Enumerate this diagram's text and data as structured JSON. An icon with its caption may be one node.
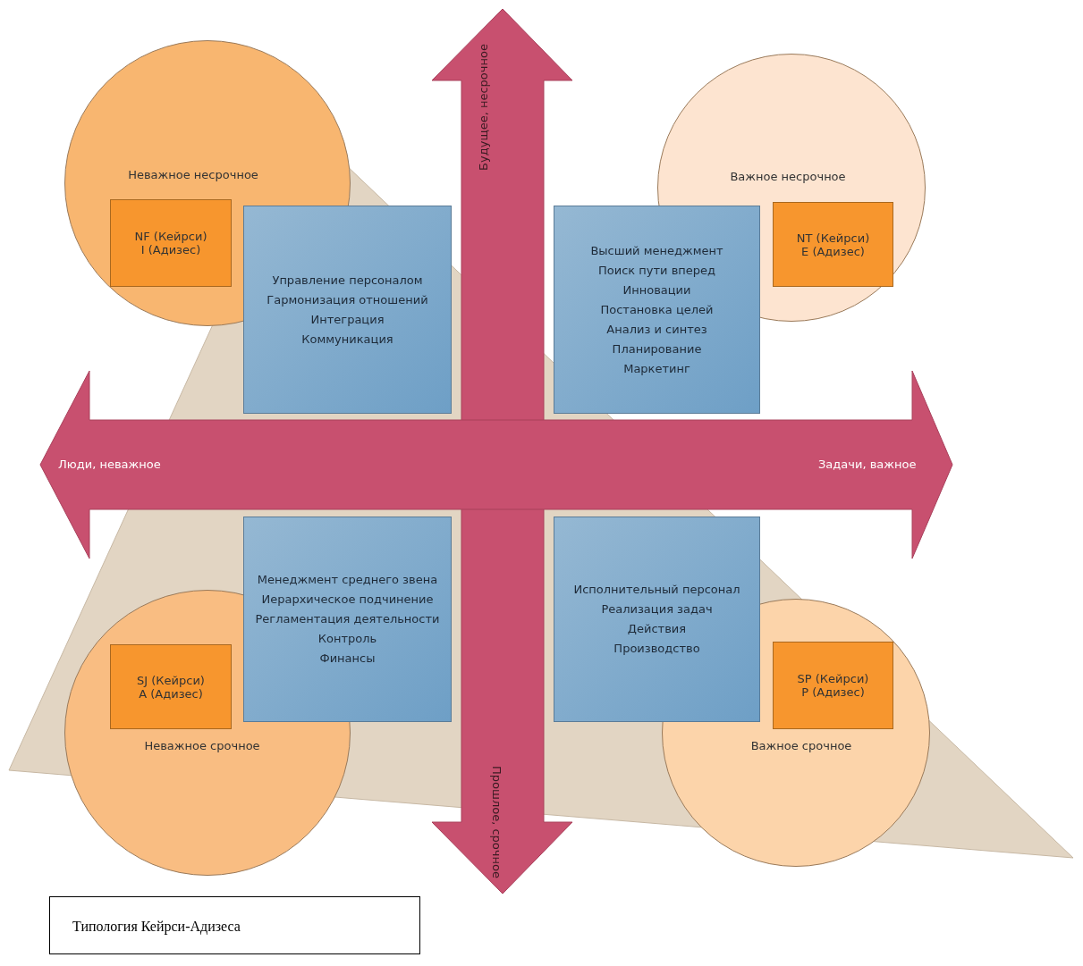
{
  "diagram": {
    "caption": "Типология Кейрси-Адизеса",
    "nodes": [
      {
        "text": [
          "Неважное несрочное"
        ]
      },
      {
        "text": [
          "NF (Кейрси) I (Адизес)"
        ],
        "in": 0
      },
      {
        "text": [
          "Управление персоналом",
          "Гармонизация отношений",
          "Интеграция",
          "Коммуникация"
        ]
      },
      {
        "text": [
          "Важное несрочное"
        ]
      },
      {
        "text": [
          "NT (Кейрси) E (Адизес)"
        ],
        "in": 3
      },
      {
        "text": [
          "Высший менеджмент",
          "Поиск пути вперед",
          "Инновации",
          "Постановка целей",
          "Анализ и синтез",
          "Планирование",
          "Маркетинг"
        ]
      },
      {
        "text": [
          "Менеджмент среднего звена",
          "Иерархическое подчинение",
          "Регламентация деятельности",
          "Контроль",
          "Финансы"
        ]
      },
      {
        "text": [
          "Неважное срочное"
        ]
      },
      {
        "text": [
          "SJ (Кейрси) A (Адизес)"
        ],
        "in": 7
      },
      {
        "text": [
          "Исполнительный персонал",
          "Реализация задач",
          "Действия",
          "Производство"
        ]
      },
      {
        "text": [
          "Важное срочное"
        ]
      },
      {
        "text": [
          "SP (Кейрси) P (Адизес)"
        ],
        "in": 10
      }
    ],
    "labels": [
      "Будущее, несрочное",
      "Люди, неважное",
      "Задачи, важное",
      "Прошлое, срочное"
    ]
  }
}
